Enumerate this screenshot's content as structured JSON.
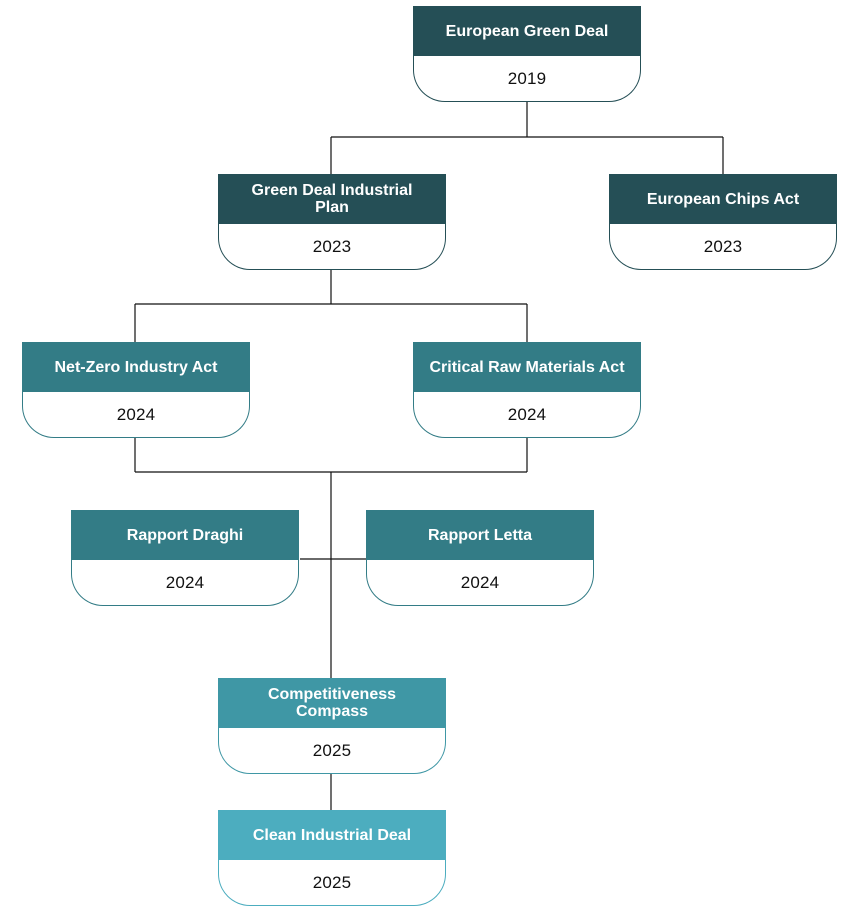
{
  "nodes": [
    {
      "title": "European Green Deal",
      "year": "2019"
    },
    {
      "title": "Green Deal Industrial Plan",
      "year": "2023"
    },
    {
      "title": "European Chips Act",
      "year": "2023"
    },
    {
      "title": "Net-Zero Industry Act",
      "year": "2024"
    },
    {
      "title": "Critical Raw Materials Act",
      "year": "2024"
    },
    {
      "title": "Rapport Draghi",
      "year": "2024"
    },
    {
      "title": "Rapport Letta",
      "year": "2024"
    },
    {
      "title": "Competitiveness Compass",
      "year": "2025"
    },
    {
      "title": "Clean Industrial Deal",
      "year": "2025"
    }
  ],
  "colors": {
    "primary_dark": "#254f56",
    "secondary": "#337c86",
    "tertiary": "#3f97a5",
    "light": "#4cadbf",
    "connector": "#111111",
    "year_text": "#111111"
  }
}
